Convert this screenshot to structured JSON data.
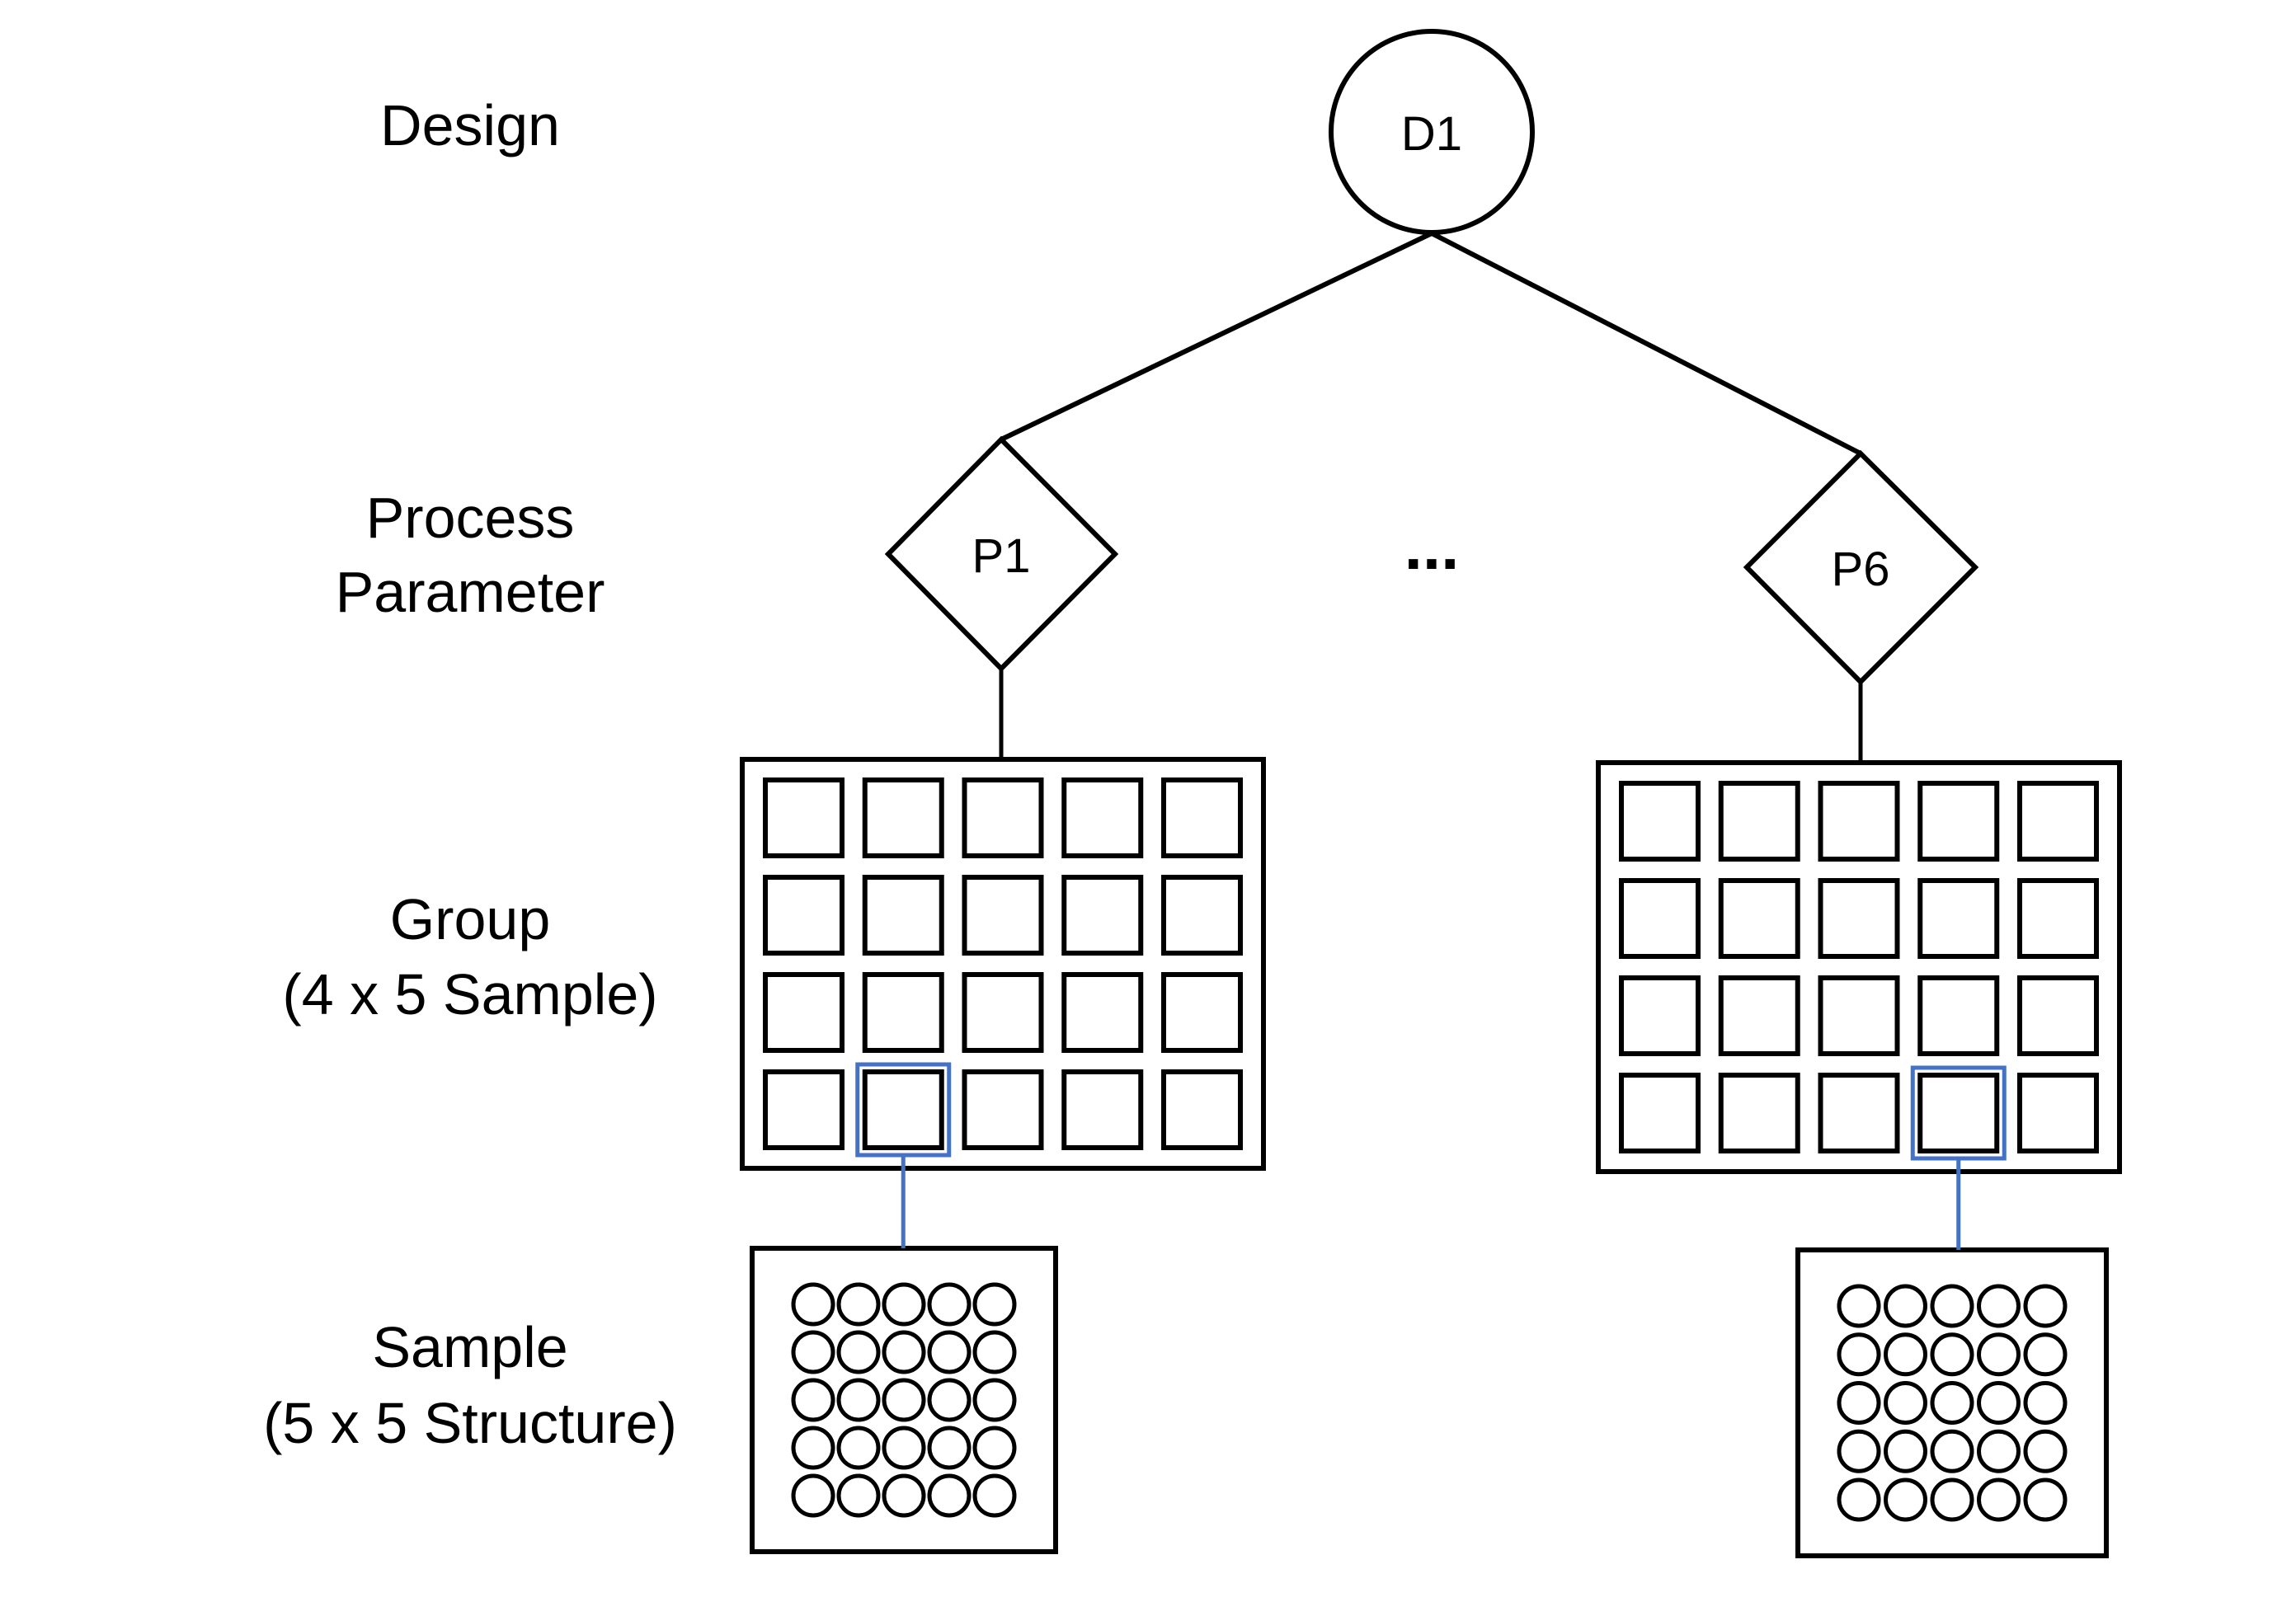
{
  "levels": {
    "design": [
      "Design"
    ],
    "process_parameter": [
      "Process",
      "Parameter"
    ],
    "group": [
      "Group",
      "(4 x 5 Sample)"
    ],
    "sample": [
      "Sample",
      "(5 x 5 Structure)"
    ]
  },
  "nodes": {
    "design": "D1",
    "process_first": "P1",
    "process_last": "P6",
    "ellipsis": "..."
  },
  "group_grid": {
    "rows": 4,
    "cols": 5
  },
  "sample_grid": {
    "rows": 5,
    "cols": 5
  },
  "highlights": [
    {
      "group": "P1",
      "row": 4,
      "col": 2
    },
    {
      "group": "P6",
      "row": 4,
      "col": 4
    }
  ],
  "colors": {
    "stroke": "#000000",
    "highlight": "#4472C4",
    "background": "#ffffff"
  }
}
